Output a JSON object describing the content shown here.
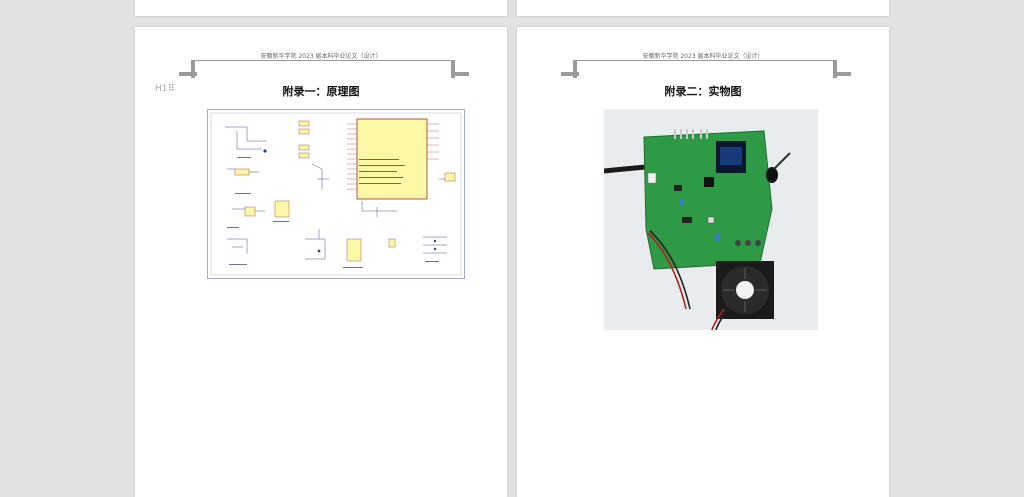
{
  "document": {
    "header": "安徽新华学院 2023 届本科毕业论文（设计）",
    "heading_marker": "H1",
    "drag_handle": "⠿"
  },
  "pages": [
    {
      "title": "附录一：原理图",
      "figure": "schematic-diagram"
    },
    {
      "title": "附录二：实物图",
      "figure": "pcb-photo"
    }
  ],
  "colors": {
    "background": "#e2e2e2",
    "page": "#ffffff",
    "pcb": "#2f9a45",
    "mcu": "#fbf8a6"
  }
}
